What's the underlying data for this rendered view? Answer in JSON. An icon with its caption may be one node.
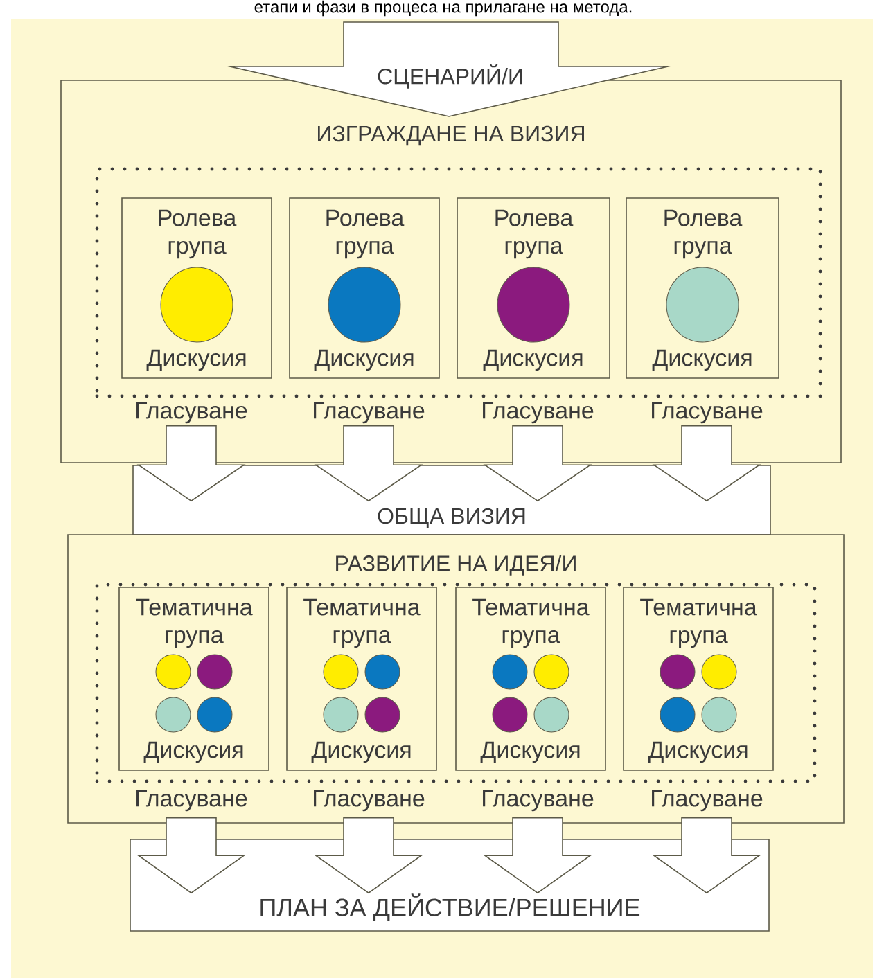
{
  "diagram": {
    "caption": "етапи и фази в процеса на прилагане на метода.",
    "nodes": [
      {
        "text": [
          "СЦЕНАРИЙ/И"
        ]
      },
      {
        "text": [
          "ИЗГРАЖДАНЕ НА ВИЗИЯ"
        ]
      },
      {
        "text": [],
        "shape": "box",
        "in": 1
      },
      {
        "text": [
          "Ролева група",
          "Дискусия"
        ],
        "in": 2
      },
      {
        "text": [
          "Ролева група",
          "Дискусия"
        ],
        "in": 2
      },
      {
        "text": [
          "Ролева група",
          "Дискусия"
        ],
        "in": 2
      },
      {
        "text": [
          "Ролева група",
          "Дискусия"
        ],
        "in": 2
      },
      {
        "text": [
          "ОБЩА ВИЗИЯ"
        ]
      },
      {
        "text": [
          "РАЗВИТИЕ НА ИДЕЯ/И"
        ]
      },
      {
        "text": [],
        "shape": "box",
        "in": 8
      },
      {
        "text": [
          "Тематична група",
          "Дискусия"
        ],
        "in": 9
      },
      {
        "text": [
          "Тематична група",
          "Дискусия"
        ],
        "in": 9
      },
      {
        "text": [
          "Тематична група",
          "Дискусия"
        ],
        "in": 9
      },
      {
        "text": [
          "Тематична група",
          "Дискусия"
        ],
        "in": 9
      },
      {
        "text": [
          "ПЛАН ЗА ДЕЙСТВИЕ/РЕШЕНИЕ"
        ]
      }
    ],
    "edges": [
      {
        "from": 1,
        "to": 7,
        "arrow": "to",
        "label": "Гласуване"
      },
      {
        "from": 1,
        "to": 7,
        "arrow": "to",
        "label": "Гласуване"
      },
      {
        "from": 1,
        "to": 7,
        "arrow": "to",
        "label": "Гласуване"
      },
      {
        "from": 1,
        "to": 7,
        "arrow": "to",
        "label": "Гласуване"
      },
      {
        "from": 8,
        "to": 14,
        "arrow": "to",
        "label": "Гласуване"
      },
      {
        "from": 8,
        "to": 14,
        "arrow": "to",
        "label": "Гласуване"
      },
      {
        "from": 8,
        "to": 14,
        "arrow": "to",
        "label": "Гласуване"
      },
      {
        "from": 8,
        "to": 14,
        "arrow": "to",
        "label": "Гласуване"
      }
    ]
  }
}
